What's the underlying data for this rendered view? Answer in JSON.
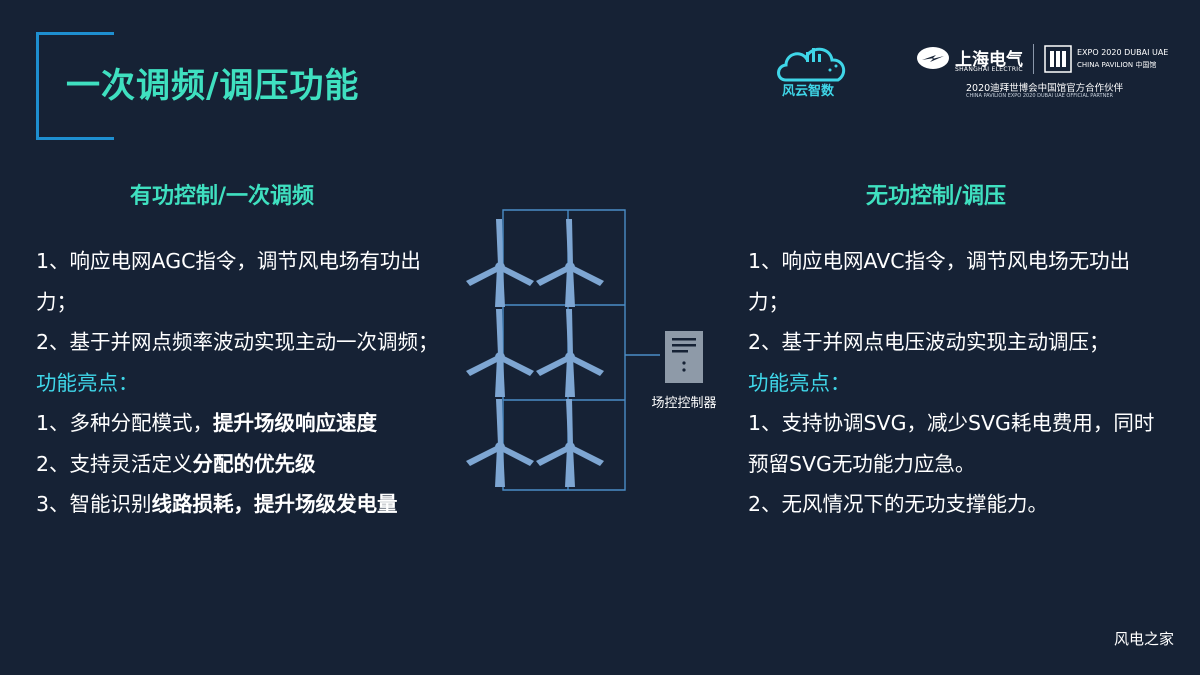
{
  "header": {
    "title": "一次调频/调压功能",
    "logo_cloud_text": "风云智数",
    "se_cn": "上海电气",
    "se_en": "SHANGHAI ELECTRIC",
    "expo_line1": "EXPO 2020 DUBAI UAE",
    "expo_line2": "CHINA PAVILION 中国馆",
    "partner_cn": "2020迪拜世博会中国馆官方合作伙伴",
    "partner_en": "CHINA PAVILION EXPO 2020 DUBAI UAE OFFICIAL PARTNER"
  },
  "left": {
    "title": "有功控制/一次调频",
    "item1": "1、响应电网AGC指令，调节风电场有功出力；",
    "item2": "2、基于并网点频率波动实现主动一次调频；",
    "highlights_label": "功能亮点：",
    "h1_pre": "1、多种分配模式，",
    "h1_bold": "提升场级响应速度",
    "h2_pre": "2、支持灵活定义",
    "h2_bold": "分配的优先级",
    "h3_pre": "3、智能识别",
    "h3_bold": "线路损耗，提升场级发电量"
  },
  "right": {
    "title": "无功控制/调压",
    "item1": "1、响应电网AVC指令，调节风电场无功出力；",
    "item2": "2、基于并网点电压波动实现主动调压；",
    "highlights_label": "功能亮点：",
    "h1": "1、支持协调SVG，减少SVG耗电费用，同时预留SVG无功能力应急。",
    "h2": "2、无风情况下的无功支撑能力。"
  },
  "diagram": {
    "controller_label": "场控控制器"
  },
  "footer": {
    "watermark": "风电之家"
  },
  "colors": {
    "background": "#162235",
    "accent_green": "#3fe0c0",
    "accent_cyan": "#3fd6e8",
    "line_blue": "#1e8fd0",
    "turbine": "#7ea6d2"
  }
}
